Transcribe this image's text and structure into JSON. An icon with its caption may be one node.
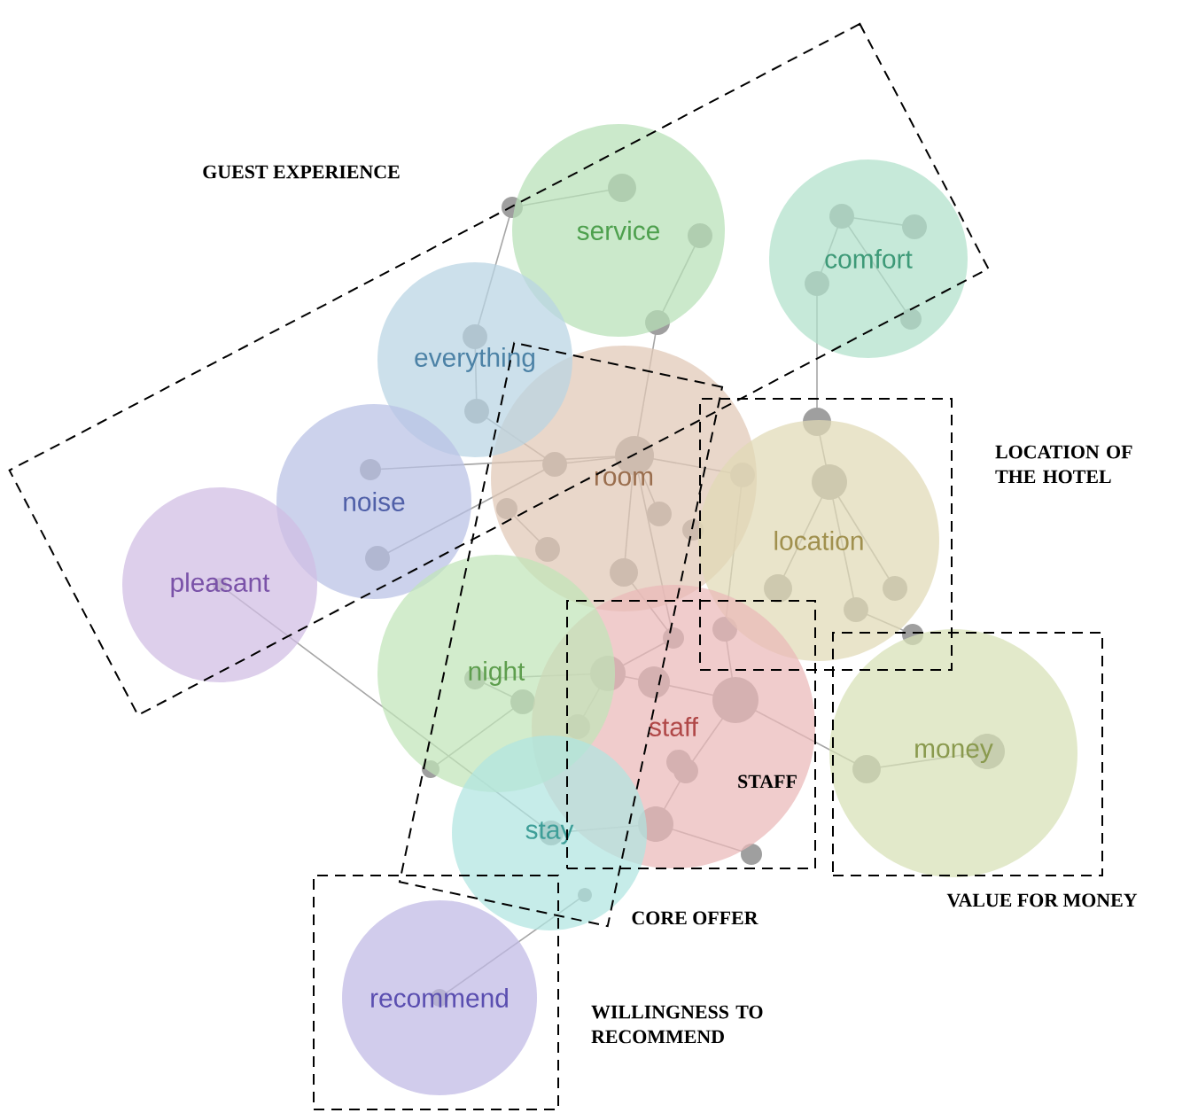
{
  "diagram": {
    "nodes": [
      {
        "text": [
          "service"
        ]
      },
      {
        "text": [
          "comfort"
        ]
      },
      {
        "text": [
          "everything"
        ]
      },
      {
        "text": [
          "room"
        ]
      },
      {
        "text": [
          "noise"
        ]
      },
      {
        "text": [
          "location"
        ]
      },
      {
        "text": [
          "pleasant"
        ]
      },
      {
        "text": [
          "night"
        ]
      },
      {
        "text": [
          "staff"
        ]
      },
      {
        "text": [
          "money"
        ]
      },
      {
        "text": [
          "stay"
        ]
      },
      {
        "text": [
          "recommend"
        ]
      }
    ],
    "labels": [
      "GUEST EXPERIENCE",
      "LOCATION OF THE HOTEL",
      "STAFF",
      "CORE OFFER",
      "VALUE FOR MONEY",
      "WILLINGNESS TO RECOMMEND"
    ]
  }
}
